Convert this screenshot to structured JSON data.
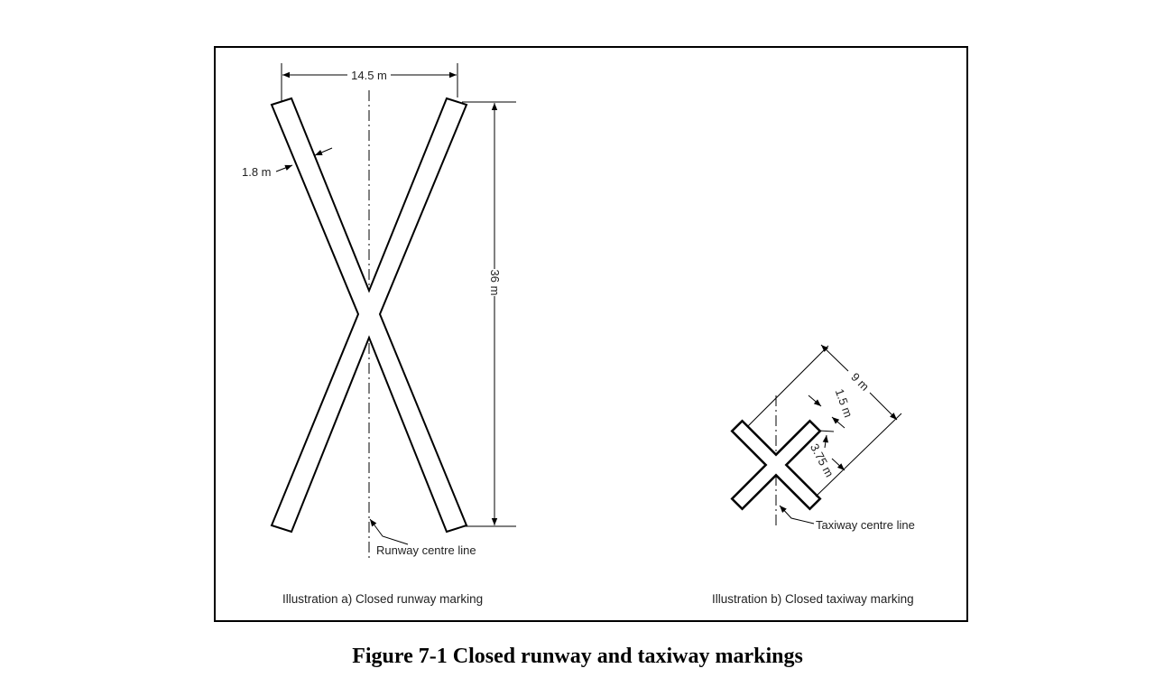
{
  "figure": {
    "caption": "Figure 7-1 Closed runway and taxiway markings"
  },
  "runway": {
    "width_label": "14.5 m",
    "length_label": "36 m",
    "stroke_label": "1.8 m",
    "centreline_label": "Runway centre line",
    "illustration_caption": "Illustration a)  Closed runway marking"
  },
  "taxiway": {
    "size_label": "9 m",
    "stroke_label": "1.5 m",
    "arm_label": "3.75 m",
    "centreline_label": "Taxiway centre line",
    "illustration_caption": "Illustration b)  Closed taxiway marking"
  },
  "colors": {
    "line": "#000000",
    "background": "#ffffff"
  }
}
